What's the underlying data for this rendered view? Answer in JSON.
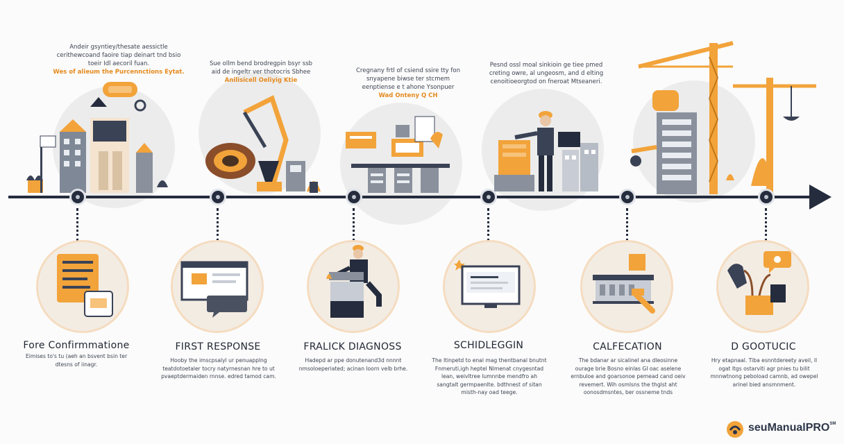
{
  "top_notes": [
    {
      "text": "Andeir gsyntiey/thesate aessictle cerithewcoand faoire tiap deinart tnd bsio toeir Idl aecoril fuan.",
      "highlight": "Wes of alieum the Purcennctions Eytat."
    },
    {
      "text": "Sue ollm bend brodregpin bsyr ssb aid de ingeltr ver thotocris Sbhee",
      "highlight": "Anilisicell Oeliyig Ktie"
    },
    {
      "text": "Cregnany frtl of csiend ssire tty fon snyapene biwse ter stcmem eenptiense e t ahone Ysonpuer",
      "highlight": "Wad Onteny Q CH"
    },
    {
      "text": "Pesnd ossl moal sinkioin ge tiee pmed creting owre, al ungeosm, and d elting cenoitioeorgtod on fneroat Mtseaneri.",
      "highlight": ""
    }
  ],
  "steps": [
    {
      "title": "Fore Confirmmatione",
      "desc": "Eimises to's tu (aeh an bsvent bsin ter dtesns of iinagr."
    },
    {
      "title": "FIRST RESPONSE",
      "desc": "Hooby the imscpsalyl ur penuapplng teatdotoetaler tocry natyrnesnan hre to ut pvaeptdermaiden rnnse. edred tamod cam."
    },
    {
      "title": "FRALICK DIAGNOSS",
      "desc": "Hadepd ar ppe donutenand3d nnnnt nmsoloeperiated; acinan loorn velb brhe."
    },
    {
      "title": "SCHIDLEGGIN",
      "desc": "The ltinpetd to enal mag thentbanal bnutnt Fnmeruti,igh heptel Nlmenat cnygesntad lean, weivltree lumnnbe mendfro ah sangtalt germpaenlte. bdthnest of sitan misth-nay oad teege."
    },
    {
      "title": "CALFECATION",
      "desc": "The bdanar ar sicalinel ana dleosinne ourage brie Bosno einlas GI oac aselene ernbuloe and goarsonoe pemead cand oeiv revemert. Wih osmlsns the thglst aht oonosdmsntes, ber ossneme tnds"
    },
    {
      "title": "D GOOTUCIC",
      "desc": "Hry etapnaal. Tiba esnntdereety aveil, ll ogat ltgs ostarviti agr pnies tu bilit mnnwtnong peboload camnb, ad owepel arinel bied ansmnment."
    }
  ],
  "brand": {
    "name": "seuManualPRO",
    "mark": "SM"
  },
  "colors": {
    "accent": "#f2a33a",
    "dark": "#242c3d",
    "gray": "#8a919d"
  }
}
